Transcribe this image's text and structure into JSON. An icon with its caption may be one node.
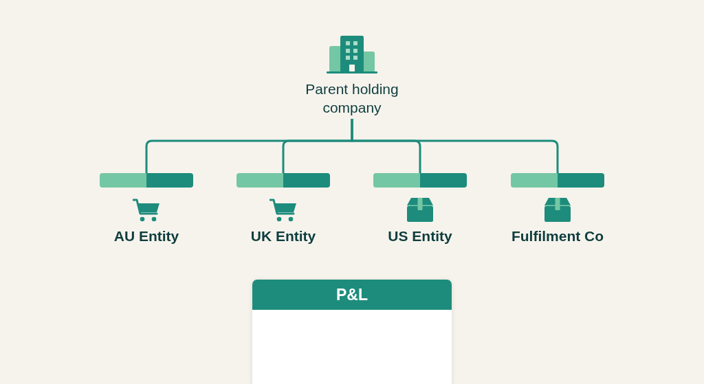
{
  "diagram": {
    "nodes": [
      {
        "text": [
          "Parent holding company"
        ]
      },
      {
        "text": [
          "AU Entity"
        ]
      },
      {
        "text": [
          "UK Entity"
        ]
      },
      {
        "text": [
          "US Entity"
        ]
      },
      {
        "text": [
          "Fulfilment Co"
        ]
      },
      {
        "text": [
          "P&L"
        ]
      }
    ],
    "edges": [
      {
        "from": 0,
        "to": 1,
        "arrow": "none"
      },
      {
        "from": 0,
        "to": 2,
        "arrow": "none"
      },
      {
        "from": 0,
        "to": 3,
        "arrow": "none"
      },
      {
        "from": 0,
        "to": 4,
        "arrow": "none"
      }
    ]
  }
}
